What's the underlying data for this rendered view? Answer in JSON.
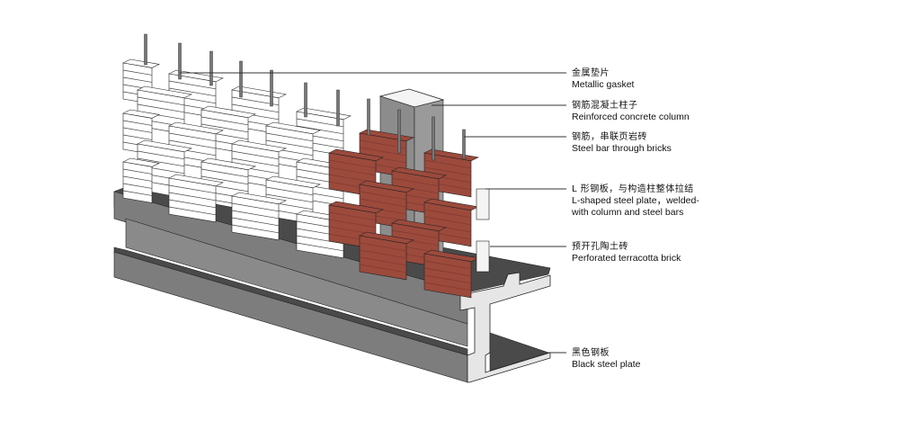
{
  "diagram": {
    "type": "axonometric construction detail",
    "components": [
      "white perforated brick courses",
      "red terracotta brick courses",
      "steel bars through bricks",
      "reinforced concrete column",
      "L-shaped steel shelves",
      "black steel plate base beam"
    ],
    "colors": {
      "brick_red": "#9c4a3c",
      "brick_red_dark": "#7e3a2f",
      "white_brick": "#ffffff",
      "steel_dark": "#4a4a4a",
      "steel_mid": "#7d7d7d",
      "steel_light": "#9a9a9a",
      "concrete_column": "#8c8c8c",
      "section_fill": "#e6e6e6",
      "leader_line": "#333333"
    }
  },
  "labels": [
    {
      "zh": "金属垫片",
      "en": "Metallic gasket"
    },
    {
      "zh": "钢筋混凝土柱子",
      "en": "Reinforced concrete column"
    },
    {
      "zh": "钢筋，串联页岩砖",
      "en": "Steel bar through bricks"
    },
    {
      "zh": "L 形钢板，与构造柱整体拉结",
      "en": "L-shaped steel plate，welded-",
      "en2": "with column and steel bars"
    },
    {
      "zh": "预开孔陶土砖",
      "en": "Perforated terracotta brick"
    },
    {
      "zh": "黑色钢板",
      "en": "Black steel plate"
    }
  ]
}
